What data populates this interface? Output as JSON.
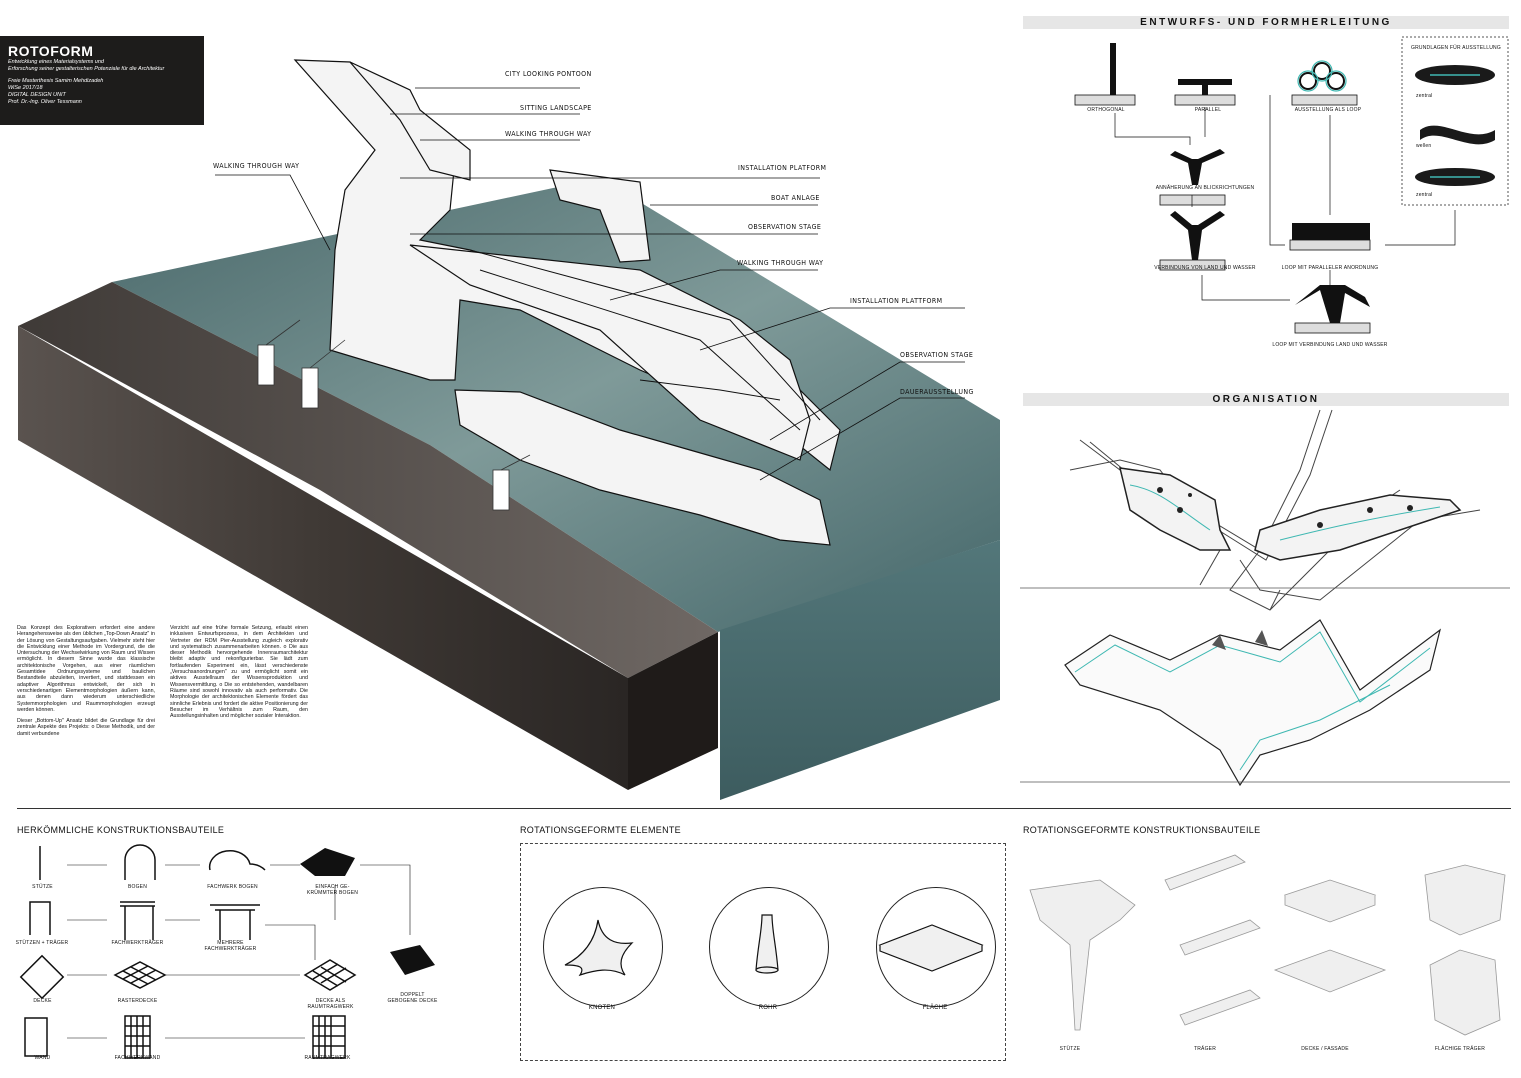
{
  "title_block": {
    "title": "ROTOFORM",
    "subtitle_1": "Entwicklung eines Materialsystems und",
    "subtitle_2": "Erforschung seiner gestalterischen Potenziale für die Architektur",
    "line_1": "Freie Masterthesis Samim Mehdizadeh",
    "line_2": "WiSe 2017/18",
    "line_3": "DIGITAL DESIGN UNIT",
    "line_4": "Prof. Dr.-Ing. Oliver Tessmann"
  },
  "axonometry_labels": {
    "city_looking_pontoon": "CITY LOOKING PONTOON",
    "sitting_landscape": "SITTING LANDSCAPE",
    "walking_through_way_1": "WALKING THROUGH WAY",
    "walking_through_way_left": "WALKING THROUGH WAY",
    "installation_platform": "INSTALLATION PLATFORM",
    "boat_anlage": "BOAT ANLAGE",
    "observation_stage_1": "OBSERVATION STAGE",
    "walking_through_way_2": "WALKING THROUGH WAY",
    "installation_plattform": "INSTALLATION PLATTFORM",
    "observation_stage_2": "OBSERVATION STAGE",
    "dauerausstellung": "DAUERAUSSTELLUNG"
  },
  "body_text": {
    "col1_p1": "Das Konzept des Explorativen erfordert eine andere Herangehensweise als den üblichen „Top-Down Ansatz\" in der Lösung von Gestaltungsaufgaben. Vielmehr steht hier die Entwicklung einer Methode im Vordergrund, die die Untersuchung der Wechselwirkung von Raum und Wissen ermöglicht. In diesem Sinne wurde das klassische architektonische Vorgehen, aus einer räumlichen Gesamtidee Ordnungssysteme und baulichen Bestandteile abzuleiten, invertiert, und stattdessen ein adaptiver Algorithmus entwickelt, der sich in verschiedenartigen Elementmorphologien äußern kann, aus denen dann wiederum unterschiedliche Systemmorphologien und Raummorphologien erzeugt werden können.",
    "col1_p2": "Dieser „Bottom-Up\" Ansatz bildet die Grundlage für drei zentrale Aspekte des Projekts: o Diese Methodik, und der damit verbundene",
    "col2_p1": "Verzicht auf eine frühe formale Setzung, erlaubt einen inklusiven Entwurfsprozess, in dem Architekten und Vertreter der RDM Pier-Ausstellung zugleich explorativ und systematisch zusammenarbeiten können. o Die aus dieser Methodik hervorgehende Innenraumarchitektur bleibt adaptiv und rekonfigurierbar. Sie lädt zum fortlaufenden Experiment ein, lässt verschiedenste „Versuchsanordnungen\" zu und ermöglicht somit ein aktives Ausstellraum der Wissensproduktion und Wissensvermittlung. o Die so entstehenden, wandelbaren Räume sind sowohl innovativ als auch performativ. Die Morphologie der architektonischen Elemente fördert das sinnliche Erlebnis und fordert die aktive Positionierung der Besucher im Verhältnis zum Raum, den Ausstellungsinhalten und möglicher sozialer Interaktion."
  },
  "entwurf": {
    "header": "ENTWURFS- UND FORMHERLEITUNG",
    "orthogonal": "ORTHOGONAL",
    "parallel": "PARALLEL",
    "ausstellung_als_loop": "AUSSTELLUNG ALS LOOP",
    "grundlagen": "GRUNDLAGEN FÜR AUSSTELLUNG",
    "annaeherung": "ANNÄHERUNG AN BLICKRICHTUNGEN",
    "verbindung": "VERBINDUNG VON LAND UND WASSER",
    "loop_parallel": "LOOP MIT PARALLELER ANORDNUNG",
    "loop_verbindung": "LOOP MIT VERBINDUNG LAND UND WASSER",
    "g1": "zentral",
    "g2": "wellen",
    "g3": "zentral"
  },
  "organisation": {
    "header": "ORGANISATION"
  },
  "herkoemmliche": {
    "title": "HERKÖMMLICHE KONSTRUKTIONSBAUTEILE",
    "stuetze": "STÜTZE",
    "bogen": "BOGEN",
    "fachwerk_bogen": "FACHWERK BOGEN",
    "einfach_bogen_1": "EINFACH GE-",
    "einfach_bogen_2": "KRÜMMTER BOGEN",
    "stuetzen_traeger": "STÜTZEN + TRÄGER",
    "fachwerktraeger": "FACHWERKTRÄGER",
    "mehrere_1": "MEHRERE",
    "mehrere_2": "FACHWERKTRÄGER",
    "decke": "DECKE",
    "rasterdecke": "RASTERDECKE",
    "decke_raum_1": "DECKE ALS",
    "decke_raum_2": "RAUMTRAGWERK",
    "doppelt_1": "DOPPELT",
    "doppelt_2": "GEBOGENE DECKE",
    "wand": "WAND",
    "fachwerkwand": "FACHWERKWAND",
    "raumtragwerk": "RAUMTRAGWERK"
  },
  "rotationsgeformte_elemente": {
    "title": "ROTATIONSGEFORMTE ELEMENTE",
    "knoten": "KNOTEN",
    "rohr": "ROHR",
    "flaeche": "FLÄCHE"
  },
  "rotationsgeformte_bauteile": {
    "title": "ROTATIONSGEFORMTE KONSTRUKTIONSBAUTEILE",
    "stuetze": "STÜTZE",
    "traeger": "TRÄGER",
    "decke_fassade": "DECKE / FASSADE",
    "flaechige_traeger": "FLÄCHIGE TRÄGER"
  },
  "colors": {
    "water": "#5f7f80",
    "ground": "#3e3835",
    "accent": "#3fb8b2",
    "title_bg": "#1d1c1b"
  }
}
